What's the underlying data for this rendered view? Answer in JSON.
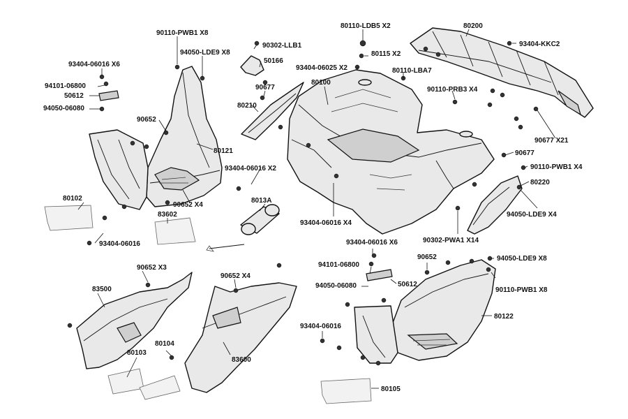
{
  "labels": {
    "l01": "90110-PWB1 X8",
    "l02": "94050-LDE9 X8",
    "l03": "93404-06016 X6",
    "l04": "94101-06800",
    "l05": "50612",
    "l06": "94050-06080",
    "l07": "90652",
    "l08": "80121",
    "l09": "90652 X4",
    "l10": "80102",
    "l11": "93404-06016",
    "l12": "83602",
    "l13": "90302-LLB1",
    "l14": "50166",
    "l15": "90677",
    "l16": "80210",
    "l17": "93404-06016 X2",
    "l18": "8013A",
    "l19": "80110-LDB5 X2",
    "l20": "80115 X2",
    "l21": "93404-06025 X2",
    "l22": "80100",
    "l23": "80110-LBA7",
    "l24": "93404-06016 X4",
    "l25": "80200",
    "l26": "93404-KKC2",
    "l27": "90110-PRB3 X4",
    "l28": "90677 X21",
    "l29": "90677",
    "l30": "90110-PWB1 X4",
    "l31": "80220",
    "l32": "94050-LDE9 X4",
    "l33": "90302-PWA1 X14",
    "l34": "90652 X3",
    "l35": "83500",
    "l36": "80104",
    "l37": "80103",
    "l38": "90652 X4",
    "l39": "83600",
    "l40": "93404-06016 X6",
    "l41": "94101-06800",
    "l42": "90652",
    "l43": "94050-LDE9 X8",
    "l44": "94050-06080",
    "l45": "50612",
    "l46": "90110-PWB1 X8",
    "l47": "80122",
    "l48": "93404-06016",
    "l49": "80105"
  }
}
